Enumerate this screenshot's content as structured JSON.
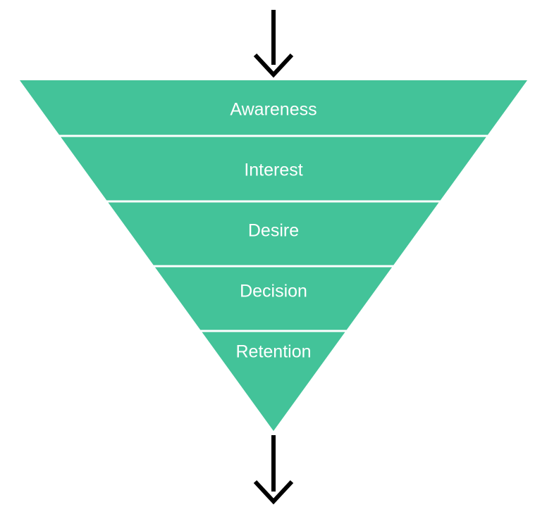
{
  "funnel": {
    "fill_color": "#43C399",
    "divider_color": "#ffffff",
    "arrow_color": "#000000",
    "stages": [
      {
        "label": "Awareness"
      },
      {
        "label": "Interest"
      },
      {
        "label": "Desire"
      },
      {
        "label": "Decision"
      },
      {
        "label": "Retention"
      }
    ]
  }
}
